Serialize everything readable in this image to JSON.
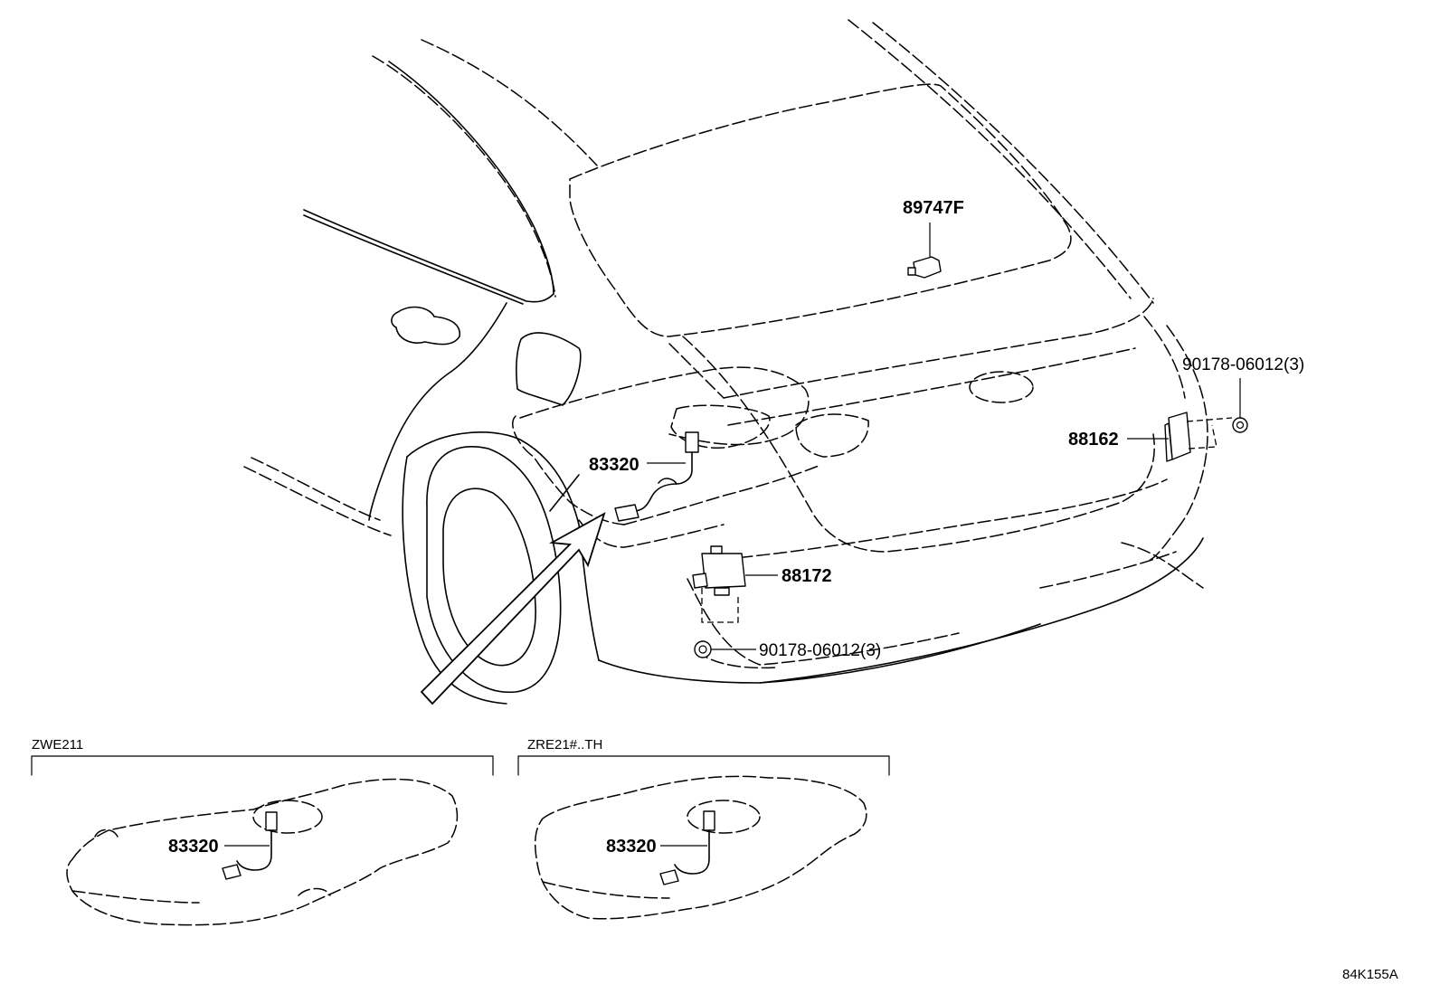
{
  "callouts": {
    "p89747F": "89747F",
    "p90178_right": "90178-06012(3)",
    "p88162": "88162",
    "p83320_main": "83320",
    "p88172": "88172",
    "p90178_lower": "90178-06012(3)",
    "p83320_zwe": "83320",
    "p83320_zre": "83320"
  },
  "variants": {
    "left": "ZWE211",
    "right": "ZRE21#..TH"
  },
  "diagram_code": "84K155A"
}
